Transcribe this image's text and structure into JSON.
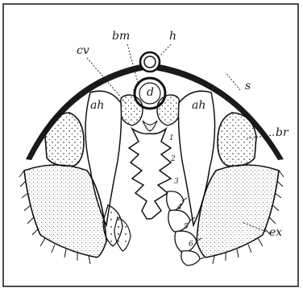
{
  "figure": {
    "labels": {
      "bm": "bm",
      "h": "h",
      "cv": "cv",
      "d": "d",
      "s": "s",
      "ah_left": "ah",
      "ah_right": "ah",
      "br": "br",
      "ex": "ex"
    },
    "segment_numbers": [
      "1",
      "2",
      "3",
      "4",
      "5",
      "6"
    ]
  }
}
